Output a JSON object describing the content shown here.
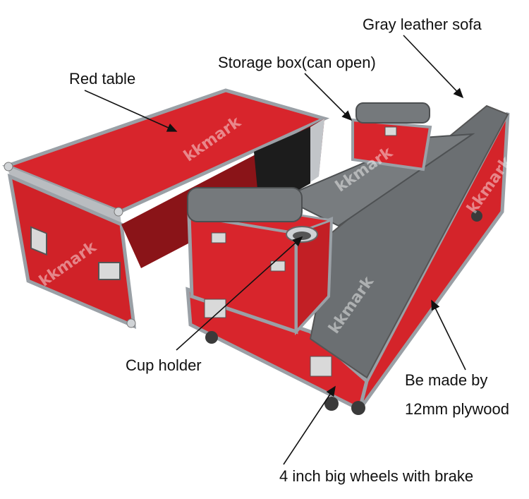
{
  "annotations": {
    "gray_sofa": "Gray leather sofa",
    "storage_box": "Storage box(can open)",
    "red_table": "Red table",
    "cup_holder": "Cup holder",
    "made_by_line1": "Be made by",
    "made_by_line2": "12mm plywood",
    "wheels": "4 inch big wheels with brake"
  },
  "watermark": "kkmark",
  "colors": {
    "case_red": "#d8252c",
    "case_red_dark": "#a81a20",
    "aluminum": "#c9ccd0",
    "cushion_gray": "#6b6f72",
    "background": "#ffffff"
  }
}
